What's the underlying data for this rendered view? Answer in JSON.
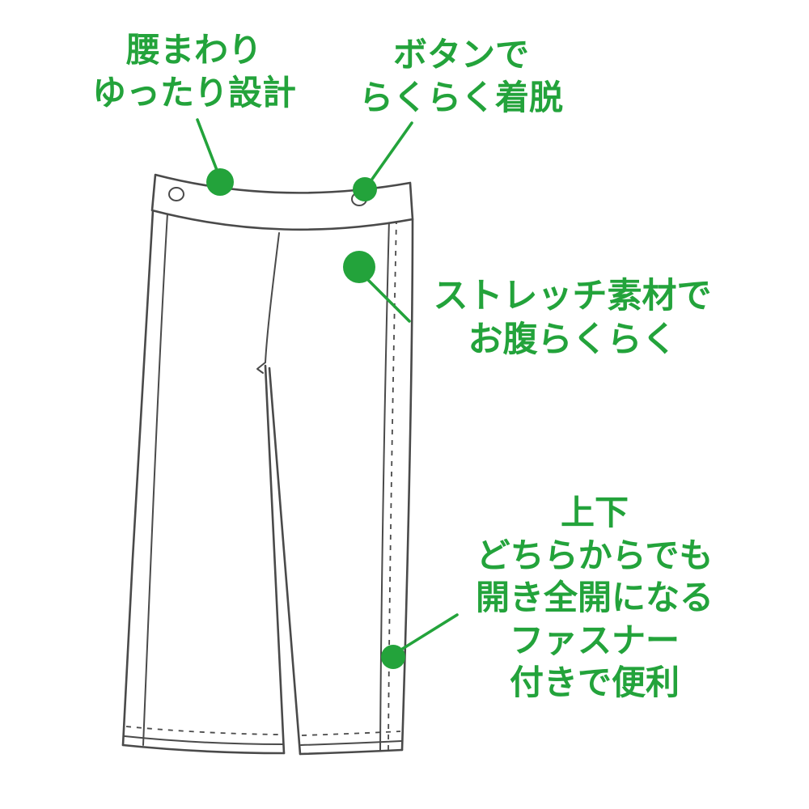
{
  "colors": {
    "accent": "#23a33b",
    "line": "#4a4a4a",
    "background": "#ffffff"
  },
  "annotations": {
    "waist": {
      "text": "腰まわり\nゆったり設計"
    },
    "button": {
      "text": "ボタンで\nらくらく着脱"
    },
    "stretch": {
      "text": "ストレッチ素材で\nお腹らくらく"
    },
    "zipper": {
      "text": "上下\nどちらからでも\n開き全開になる\nファスナー\n付きで便利"
    }
  },
  "illustration": {
    "subject": "pants-line-drawing",
    "features": [
      "waistband",
      "left-snap-button",
      "right-snap-button",
      "side-opening-seam",
      "hem-stitching"
    ]
  }
}
